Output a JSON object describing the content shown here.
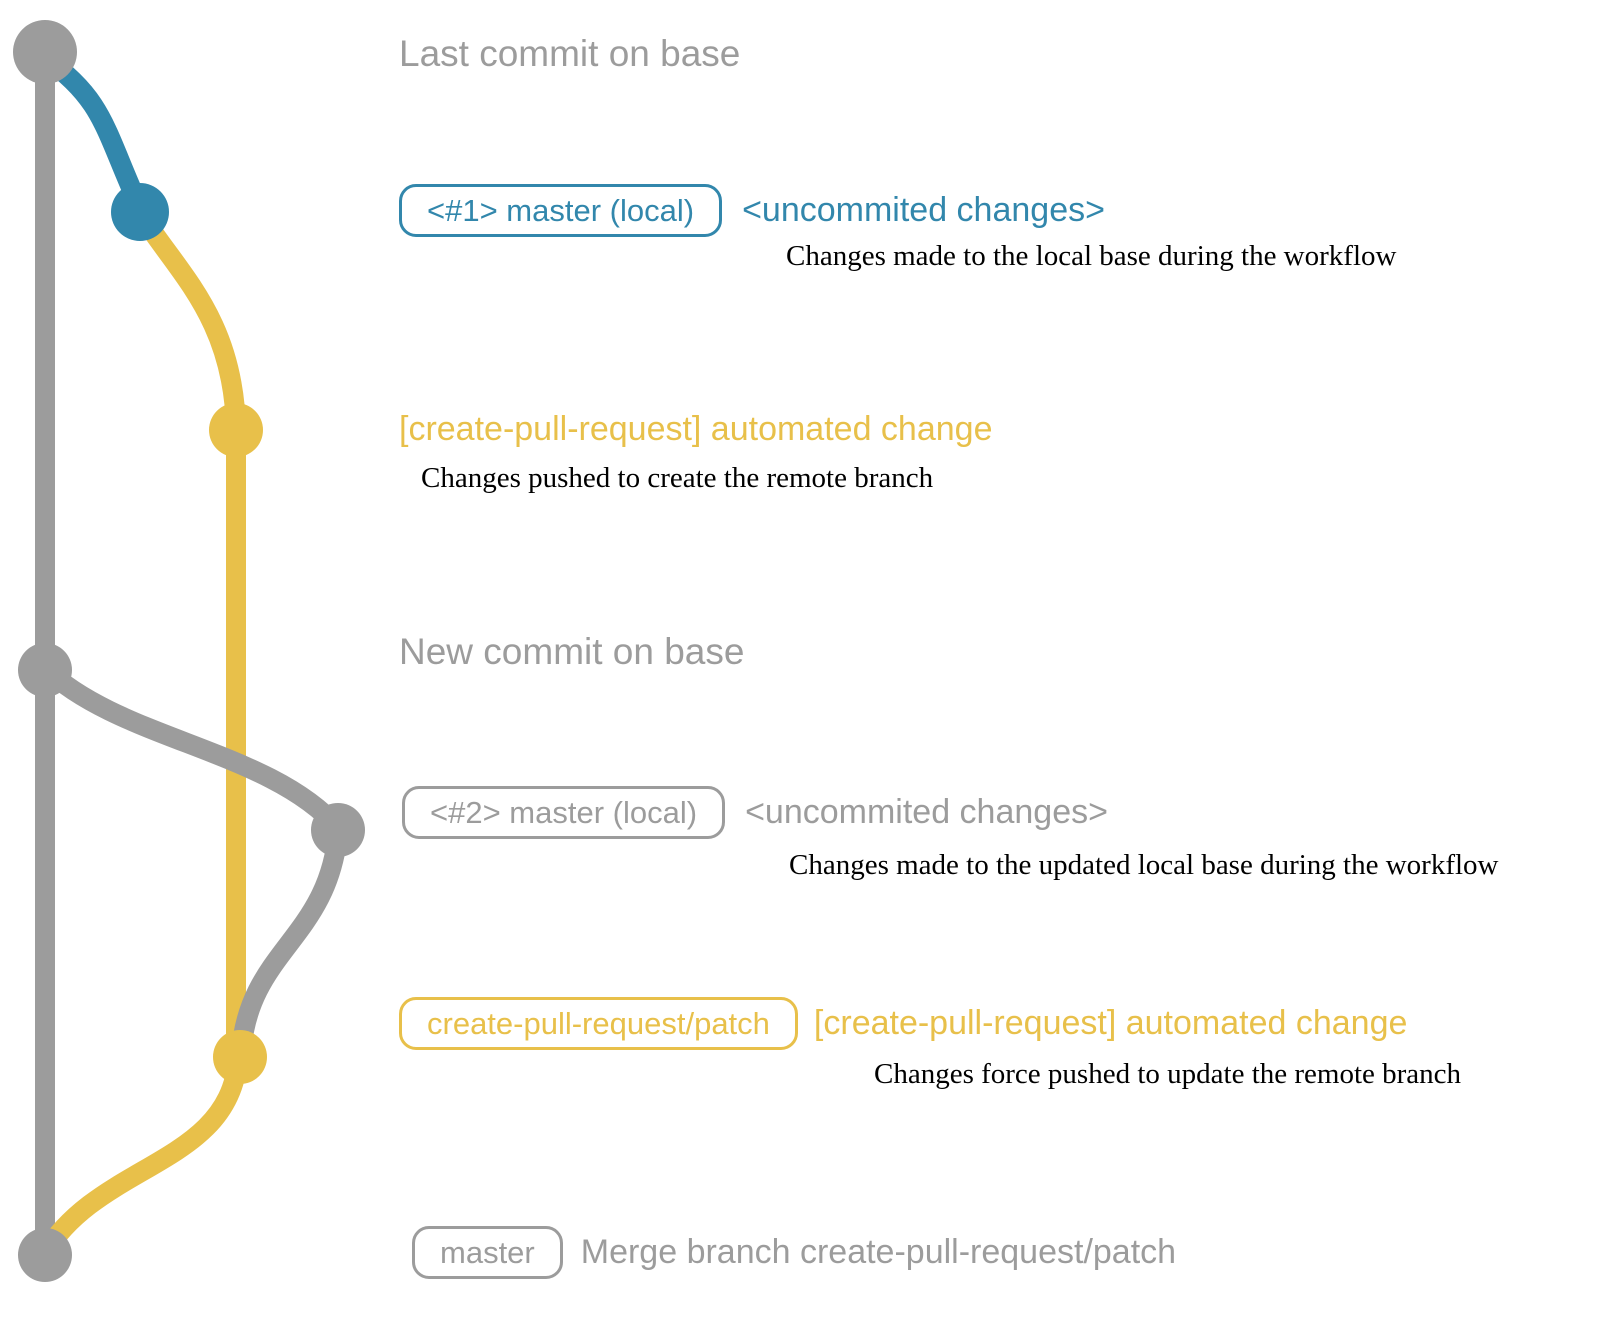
{
  "colors": {
    "base_gray": "#9c9c9c",
    "master_local_blue": "#3287ac",
    "patch_yellow": "#e8c04a",
    "description_black": "#000000"
  },
  "headings": {
    "last_commit": "Last commit on base",
    "new_commit": "New commit on base"
  },
  "commits": [
    {
      "badge": "<#1> master (local)",
      "message": "<uncommited changes>",
      "description": "Changes made to the local base during the workflow"
    },
    {
      "message": "[create-pull-request] automated change",
      "description": "Changes pushed to create the remote branch"
    },
    {
      "badge": "<#2> master (local)",
      "message": "<uncommited changes>",
      "description": "Changes made to the updated local base during the workflow"
    },
    {
      "badge": "create-pull-request/patch",
      "message": "[create-pull-request] automated change",
      "description": "Changes force pushed to update the remote branch"
    },
    {
      "badge": "master",
      "message": "Merge branch create-pull-request/patch"
    }
  ]
}
